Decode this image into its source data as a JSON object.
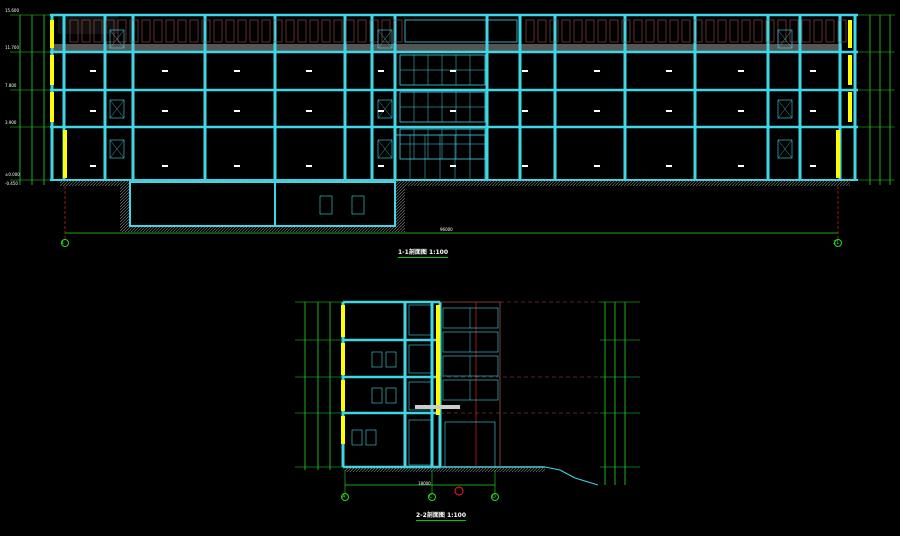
{
  "sections": [
    {
      "title": "1-1剖面图",
      "scale": "1:100",
      "axes": [
        "1",
        "21"
      ],
      "total_dim": "96000"
    },
    {
      "title": "2-2剖面图",
      "scale": "1:100",
      "axes": [
        "A",
        "C",
        "D"
      ],
      "total_dim": "18000"
    }
  ],
  "elevations": [
    "15.600",
    "11.700",
    "7.800",
    "3.900",
    "±0.000",
    "-0.450"
  ],
  "colors": {
    "background": "#000000",
    "structure": "#3fd7e6",
    "dimension": "#22dd22",
    "wall": "#a0504a",
    "glazing_col": "#ffff00",
    "axis_marker": "#ff2020"
  }
}
